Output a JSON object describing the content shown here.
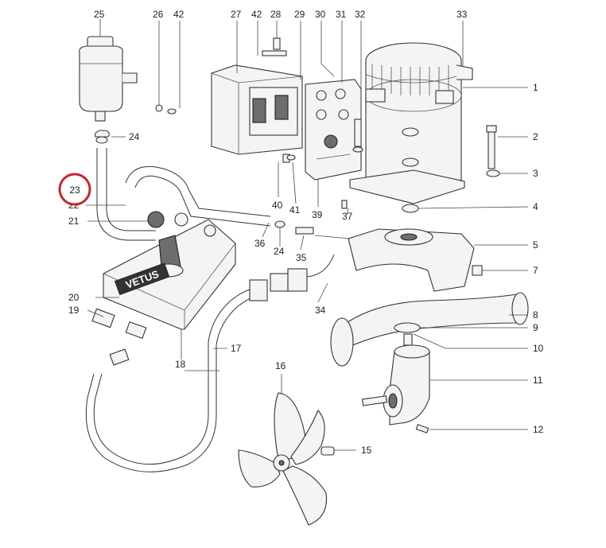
{
  "labels": {
    "l1": "1",
    "l2": "2",
    "l3": "3",
    "l4": "4",
    "l5": "5",
    "l7": "7",
    "l8": "8",
    "l9": "9",
    "l10": "10",
    "l11": "11",
    "l12": "12",
    "l15": "15",
    "l16": "16",
    "l17": "17",
    "l18": "18",
    "l19": "19",
    "l20": "20",
    "l21": "21",
    "l22": "22",
    "l23": "23",
    "l24a": "24",
    "l24b": "24",
    "l25": "25",
    "l26": "26",
    "l27": "27",
    "l28": "28",
    "l29": "29",
    "l30": "30",
    "l31": "31",
    "l32": "32",
    "l33": "33",
    "l34": "34",
    "l35": "35",
    "l36": "36",
    "l37": "37",
    "l39": "39",
    "l40": "40",
    "l41": "41",
    "l42a": "42",
    "l42b": "42"
  },
  "brand_plate": "VETUS",
  "highlight": {
    "label": "23",
    "color": "#c0282d"
  },
  "colors": {
    "ink": "#333333",
    "highlight": "#c0282d"
  }
}
